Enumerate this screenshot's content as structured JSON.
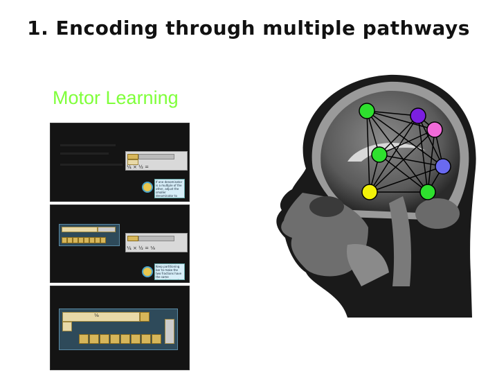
{
  "slide": {
    "title": "1. Encoding through multiple pathways",
    "subtitle": "Motor Learning"
  },
  "screenshots": [
    {
      "equation": "¼ × ½ =",
      "tip": "If one denominator is a multiple of the other, adjust the smaller denominator to match the bigger one by multiplying it and its identity."
    },
    {
      "equation": "¼ × ½ = ⅛",
      "tip": "Keep partitioning bar to make the two fractions have the same denominator value."
    },
    {
      "equation": "⅛",
      "tip": ""
    }
  ],
  "network": {
    "nodes": [
      {
        "id": "n1",
        "color": "#2ee02e"
      },
      {
        "id": "n2",
        "color": "#7b1fe0"
      },
      {
        "id": "n3",
        "color": "#f06ad8"
      },
      {
        "id": "n4",
        "color": "#2ee02e"
      },
      {
        "id": "n5",
        "color": "#6a6af0"
      },
      {
        "id": "n6",
        "color": "#f2f20a"
      },
      {
        "id": "n7",
        "color": "#2ee02e"
      }
    ]
  }
}
